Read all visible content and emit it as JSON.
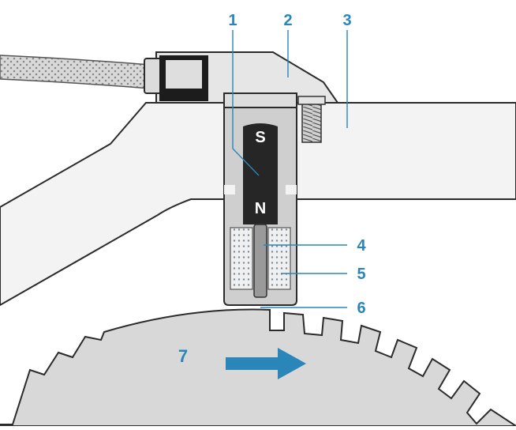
{
  "diagram": {
    "callouts": [
      {
        "id": "1",
        "label": "1"
      },
      {
        "id": "2",
        "label": "2"
      },
      {
        "id": "3",
        "label": "3"
      },
      {
        "id": "4",
        "label": "4"
      },
      {
        "id": "5",
        "label": "5"
      },
      {
        "id": "6",
        "label": "6"
      },
      {
        "id": "7",
        "label": "7"
      }
    ],
    "magnet": {
      "south_label": "S",
      "north_label": "N"
    },
    "colors": {
      "callout": "#2a86b8",
      "arrow": "#2a86b8",
      "housing": "#f3f3f3",
      "sensor_body": "#cfcfcf",
      "magnet": "#262626",
      "coil": "#e8e8e8",
      "wheel": "#d8d8d8",
      "outline": "#2b2b2b"
    },
    "rotation_direction": "right"
  }
}
